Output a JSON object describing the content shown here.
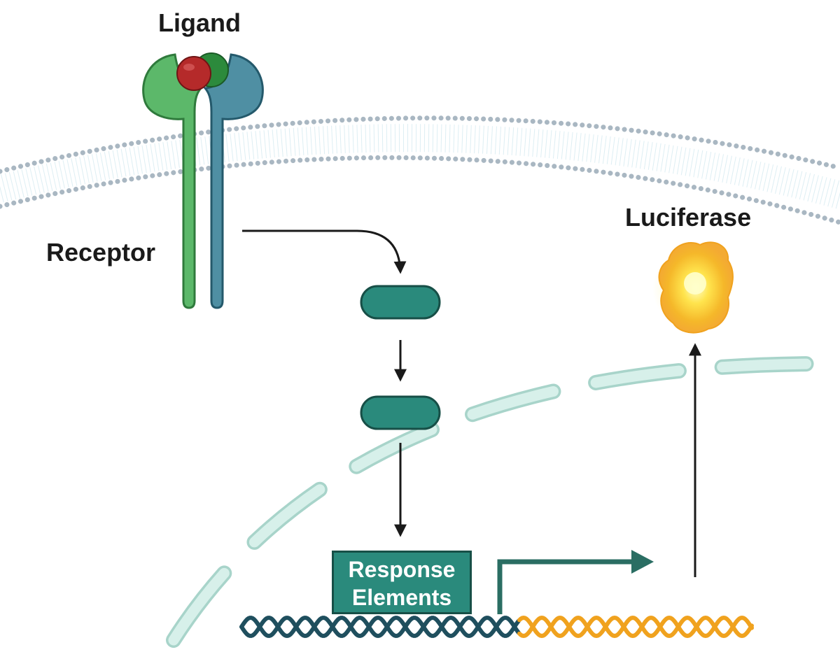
{
  "labels": {
    "ligand": "Ligand",
    "receptor": "Receptor",
    "luciferase": "Luciferase",
    "response_elements": "Response\nElements"
  },
  "colors": {
    "membrane_head": "#a9b7c2",
    "membrane_tail": "#d9ecf2",
    "receptor_green": "#5cb86a",
    "receptor_green_dark": "#2f7a3c",
    "receptor_blue": "#4f8fa3",
    "receptor_blue_dark": "#24596b",
    "ligand_red": "#b52a2a",
    "ligand_green": "#2c8a3c",
    "signal_protein": "#2a8a7c",
    "signal_protein_border": "#174f47",
    "nuclear_envelope": "#d7f0ea",
    "nuclear_envelope_border": "#a8d4ca",
    "dna_regulatory": "#1f4f5e",
    "dna_reporter": "#f0a21e",
    "luciferase_glow": "#ffd21f",
    "arrow": "#1a1a1a",
    "promoter_arrow": "#2a6e63"
  },
  "icons": [
    "ligand-icon",
    "receptor-icon",
    "luciferase-icon",
    "dna-icon"
  ]
}
